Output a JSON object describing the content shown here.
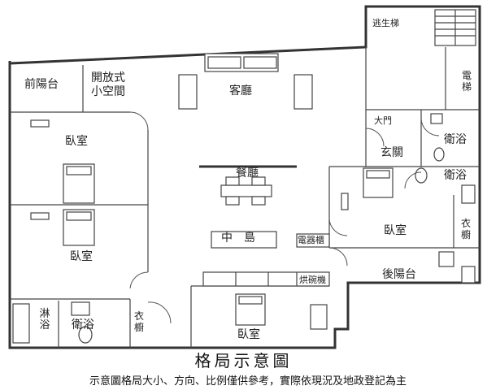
{
  "rooms": {
    "front_balcony": "前陽台",
    "open_space": "開放式\n小空間",
    "living_room": "客廳",
    "escape_stairs": "逃生梯",
    "elevator": "電\n梯",
    "main_door": "大門",
    "foyer": "玄關",
    "bath_top_right": "衛浴",
    "bath_mid_right": "衛浴",
    "bedroom_top_left": "臥室",
    "dining_room": "餐廳",
    "bedroom_mid_left": "臥室",
    "island": "中　島",
    "appliance_cabinet": "電器櫃",
    "dish_dryer": "烘碗機",
    "bedroom_right": "臥室",
    "closet_right": "衣\n櫥",
    "rear_balcony": "後陽台",
    "shower_bath": "淋\n浴",
    "bath_bottom_left": "衛浴",
    "closet_bottom": "衣\n櫥",
    "bedroom_bottom": "臥室"
  },
  "caption": {
    "title": "格局示意圖",
    "note": "示意圖格局大小、方向、比例僅供參考，實際依現況及地政登記為主"
  }
}
